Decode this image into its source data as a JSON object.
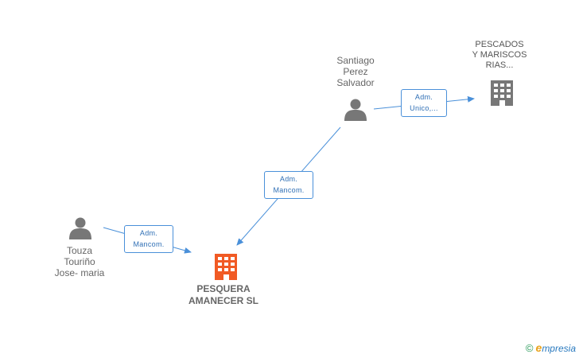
{
  "colors": {
    "edge": "#4a90d9",
    "person": "#777777",
    "company": "#777777",
    "main_company": "#f15a24"
  },
  "nodes": {
    "santiago": {
      "lines": [
        "Santiago",
        "Perez",
        "Salvador"
      ],
      "icon": "person-icon"
    },
    "pescados": {
      "lines": [
        "PESCADOS",
        "Y MARISCOS",
        "RIAS..."
      ],
      "icon": "building-icon"
    },
    "touza": {
      "lines": [
        "Touza",
        "Touriño",
        "Jose- maria"
      ],
      "icon": "person-icon"
    },
    "pesquera": {
      "lines": [
        "PESQUERA",
        "AMANECER SL"
      ],
      "icon": "building-icon"
    }
  },
  "edges": {
    "santiago_to_pescados": {
      "lines": [
        "Adm.",
        "Unico,..."
      ]
    },
    "santiago_to_pesquera": {
      "lines": [
        "Adm.",
        "Mancom."
      ]
    },
    "touza_to_pesquera": {
      "lines": [
        "Adm.",
        "Mancom."
      ]
    }
  },
  "brand": {
    "copyright": "©",
    "initial": "e",
    "rest": "mpresia"
  }
}
